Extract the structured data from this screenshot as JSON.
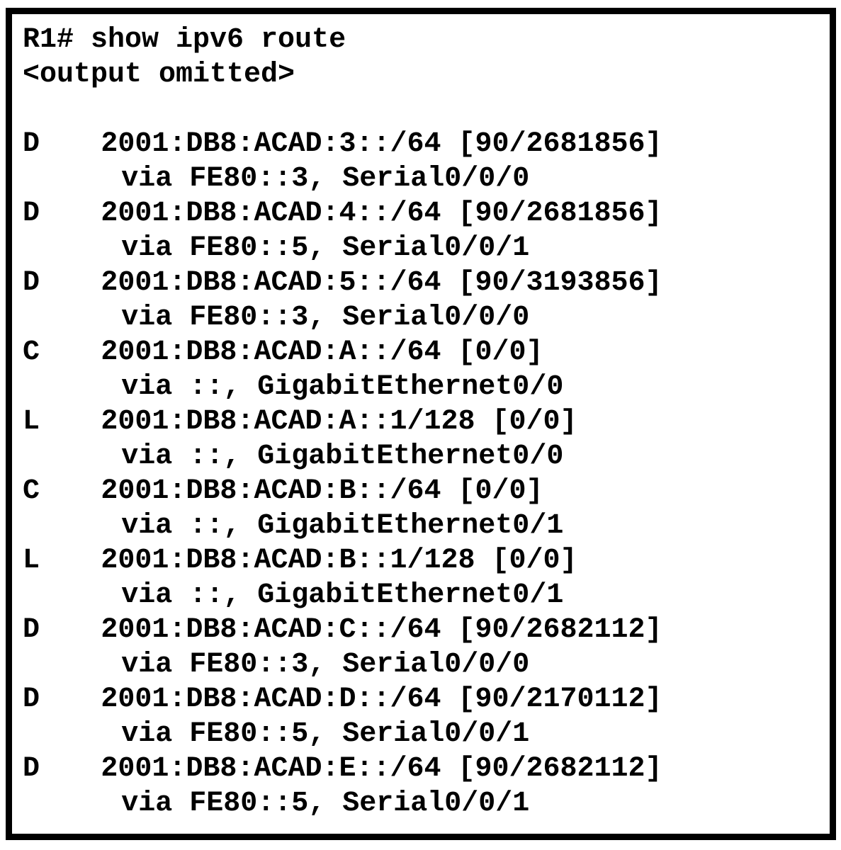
{
  "terminal": {
    "command_line": "R1# show ipv6 route",
    "output_omitted": "<output omitted>",
    "routes": [
      {
        "code": "D",
        "entry": "2001:DB8:ACAD:3::/64 [90/2681856]",
        "via": "via FE80::3, Serial0/0/0"
      },
      {
        "code": "D",
        "entry": "2001:DB8:ACAD:4::/64 [90/2681856]",
        "via": "via FE80::5, Serial0/0/1"
      },
      {
        "code": "D",
        "entry": "2001:DB8:ACAD:5::/64 [90/3193856]",
        "via": "via FE80::3, Serial0/0/0"
      },
      {
        "code": "C",
        "entry": "2001:DB8:ACAD:A::/64 [0/0]",
        "via": "via ::, GigabitEthernet0/0"
      },
      {
        "code": "L",
        "entry": "2001:DB8:ACAD:A::1/128 [0/0]",
        "via": "via ::, GigabitEthernet0/0"
      },
      {
        "code": "C",
        "entry": "2001:DB8:ACAD:B::/64 [0/0]",
        "via": "via ::, GigabitEthernet0/1"
      },
      {
        "code": "L",
        "entry": "2001:DB8:ACAD:B::1/128 [0/0]",
        "via": "via ::, GigabitEthernet0/1"
      },
      {
        "code": "D",
        "entry": "2001:DB8:ACAD:C::/64 [90/2682112]",
        "via": "via FE80::3, Serial0/0/0"
      },
      {
        "code": "D",
        "entry": "2001:DB8:ACAD:D::/64 [90/2170112]",
        "via": "via FE80::5, Serial0/0/1"
      },
      {
        "code": "D",
        "entry": "2001:DB8:ACAD:E::/64 [90/2682112]",
        "via": "via FE80::5, Serial0/0/1"
      }
    ],
    "colors": {
      "text": "#000000",
      "background": "#ffffff",
      "border": "#000000"
    }
  }
}
